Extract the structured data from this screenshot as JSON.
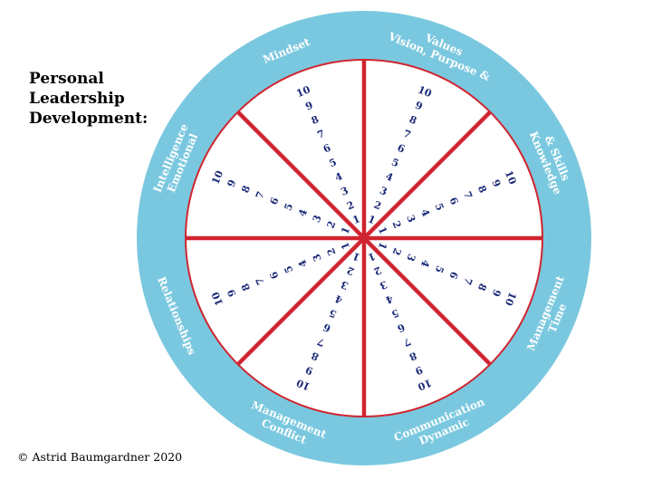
{
  "title": {
    "line1": "Personal",
    "line2": "Leadership",
    "line3": "Development:"
  },
  "copyright": "© Astrid Baumgardner 2020",
  "colors": {
    "ring": "#7ac8df",
    "spokes": "#d02530",
    "numbers": "#1b2a78",
    "labels": "#ffffff"
  },
  "scale": [
    "1",
    "2",
    "3",
    "4",
    "5",
    "6",
    "7",
    "8",
    "9",
    "10"
  ],
  "segments": [
    {
      "name": "Vision, Purpose & Values",
      "lines": [
        "Vision, Purpose &",
        "Values"
      ]
    },
    {
      "name": "Knowledge & Skills",
      "lines": [
        "Knowledge",
        "& Skills"
      ]
    },
    {
      "name": "Time Management",
      "lines": [
        "Time",
        "Management"
      ]
    },
    {
      "name": "Dynamic Communication",
      "lines": [
        "Dynamic",
        "Communication"
      ]
    },
    {
      "name": "Conflict Management",
      "lines": [
        "Conflict",
        "Management"
      ]
    },
    {
      "name": "Relationships",
      "lines": [
        "Relationships"
      ]
    },
    {
      "name": "Emotional Intelligence",
      "lines": [
        "Emotional",
        "Intelligence"
      ]
    },
    {
      "name": "Mindset",
      "lines": [
        "Mindset"
      ]
    }
  ]
}
